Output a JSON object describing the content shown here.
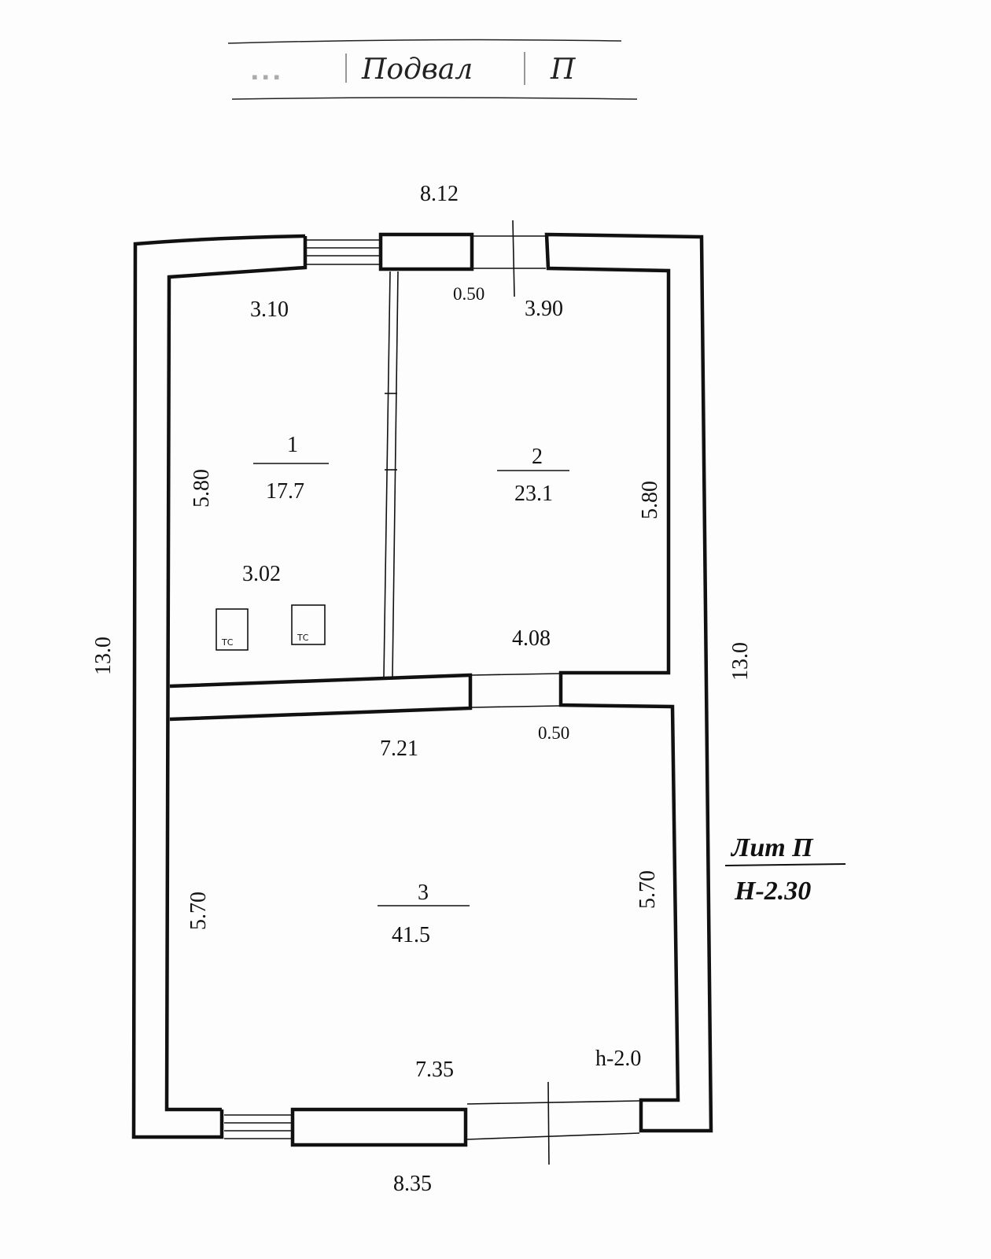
{
  "header": {
    "label": "Подвал",
    "sheet": "П"
  },
  "dimensions": {
    "top_overall": "8.12",
    "bottom_overall": "8.35",
    "left_overall": "13.0",
    "right_overall": "13.0",
    "room1_top": "3.10",
    "room1_bottom": "3.02",
    "room1_left": "5.80",
    "room2_top": "3.90",
    "room2_bottom": "4.08",
    "room2_right": "5.80",
    "room3_top": "7.21",
    "room3_bottom": "7.35",
    "room3_left": "5.70",
    "room3_right": "5.70",
    "door_top": "0.50",
    "door_middle": "0.50",
    "height_room3": "h-2.0"
  },
  "rooms": [
    {
      "number": "1",
      "area": "17.7"
    },
    {
      "number": "2",
      "area": "23.1"
    },
    {
      "number": "3",
      "area": "41.5"
    }
  ],
  "fixtures": {
    "tc_1": "ТС",
    "tc_2": "ТС"
  },
  "title_block": {
    "lit": "Лит П",
    "height": "Н-2.30"
  }
}
